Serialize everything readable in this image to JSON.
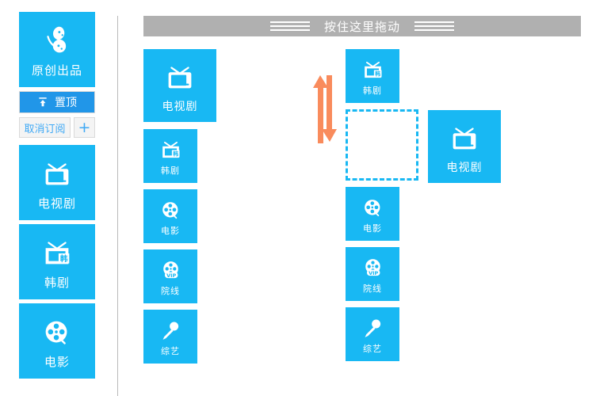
{
  "sidebar": {
    "featured": {
      "label": "原创出品",
      "icon": "brand-logo-icon",
      "color": "#18b8f3"
    },
    "pin_button": {
      "label": "置顶",
      "icon": "pin-up-arrow-icon",
      "color": "#2196e8"
    },
    "unsubscribe_button": {
      "label": "取消订阅"
    },
    "add_button": {
      "label": "+",
      "icon": "plus-icon"
    },
    "items": [
      {
        "label": "电视剧",
        "icon": "tv-icon"
      },
      {
        "label": "韩剧",
        "icon": "tv-korean-icon"
      },
      {
        "label": "电影",
        "icon": "film-reel-icon"
      }
    ]
  },
  "drag_bar": {
    "text": "按住这里拖动",
    "left_grip": "grip-lines-icon",
    "right_grip": "grip-lines-icon",
    "color": "#b0b0b0"
  },
  "source_column": {
    "items": [
      {
        "label": "电视剧",
        "icon": "tv-icon",
        "size": "big"
      },
      {
        "label": "韩剧",
        "icon": "tv-korean-icon",
        "size": "small"
      },
      {
        "label": "电影",
        "icon": "film-reel-icon",
        "size": "small"
      },
      {
        "label": "院线",
        "icon": "film-reel-vip-icon",
        "size": "small"
      },
      {
        "label": "综艺",
        "icon": "microphone-icon",
        "size": "small"
      }
    ]
  },
  "target_column": {
    "items": [
      {
        "label": "韩剧",
        "icon": "tv-korean-icon",
        "size": "small"
      },
      {
        "label": "电影",
        "icon": "film-reel-icon",
        "size": "small"
      },
      {
        "label": "院线",
        "icon": "film-reel-vip-icon",
        "size": "small"
      },
      {
        "label": "综艺",
        "icon": "microphone-icon",
        "size": "small"
      }
    ],
    "drop_placeholder": {
      "name": "drop-zone",
      "border_color": "#18b8f3"
    }
  },
  "dragging_tile": {
    "label": "电视剧",
    "icon": "tv-icon",
    "size": "big"
  },
  "move_indicator": {
    "icon": "double-arrow-vertical-icon",
    "color": "#f98b5c"
  },
  "theme": {
    "tile_blue": "#18b8f3",
    "pin_blue": "#2196e8",
    "bar_gray": "#b0b0b0",
    "orange": "#f98b5c",
    "link_blue": "#3fa9f5"
  }
}
